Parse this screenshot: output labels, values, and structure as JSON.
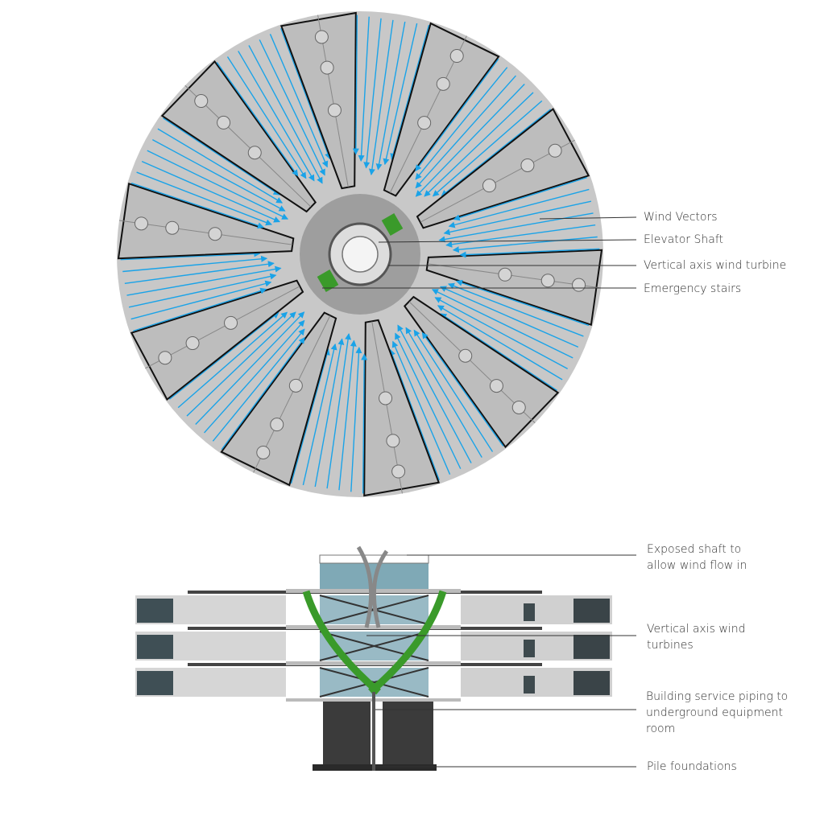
{
  "colors": {
    "floor": "#c8c8c8",
    "arrow": "#1aa3e8",
    "wall": "#111111",
    "glass": "#7fa9b6",
    "stairs": "#3a9a2a",
    "pile": "#3b3b3b"
  },
  "plan_labels": [
    {
      "text": "Wind Vectors"
    },
    {
      "text": "Elevator Shaft"
    },
    {
      "text": "Vertical axis wind turbine"
    },
    {
      "text": "Emergency stairs"
    }
  ],
  "section_labels": [
    {
      "line1": "Exposed shaft to",
      "line2": "allow wind flow in",
      "line3": ""
    },
    {
      "line1": "Vertical axis wind",
      "line2": "turbines",
      "line3": ""
    },
    {
      "line1": "Building service piping to",
      "line2": "underground equipment",
      "line3": "room"
    },
    {
      "line1": "Pile foundations",
      "line2": "",
      "line3": ""
    }
  ],
  "plan": {
    "unit_count": 10,
    "arrows_per_gap": 7
  }
}
